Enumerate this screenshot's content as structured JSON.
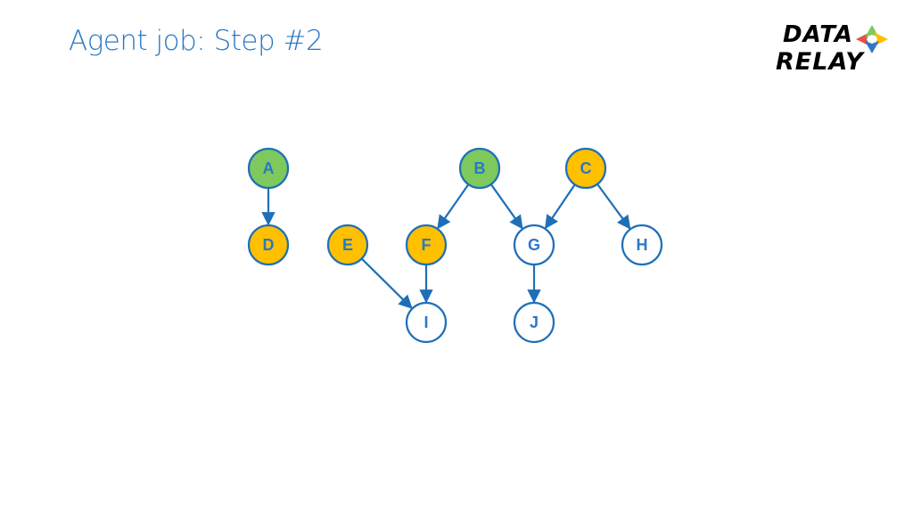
{
  "header": {
    "title": "Agent job: Step #2"
  },
  "logo": {
    "line1": "DATA",
    "line2": "RELAY"
  },
  "colors": {
    "title": "#2b78c6",
    "edge": "#1f6fb8",
    "node_outline": "#1f6fb8",
    "complete": "#7dc95e",
    "running": "#ffc000",
    "pending": "#ffffff"
  },
  "diagram": {
    "nodes": [
      {
        "id": "A",
        "label": "A",
        "state": "complete"
      },
      {
        "id": "B",
        "label": "B",
        "state": "complete"
      },
      {
        "id": "C",
        "label": "C",
        "state": "running"
      },
      {
        "id": "D",
        "label": "D",
        "state": "running"
      },
      {
        "id": "E",
        "label": "E",
        "state": "running"
      },
      {
        "id": "F",
        "label": "F",
        "state": "running"
      },
      {
        "id": "G",
        "label": "G",
        "state": "pending"
      },
      {
        "id": "H",
        "label": "H",
        "state": "pending"
      },
      {
        "id": "I",
        "label": "I",
        "state": "pending"
      },
      {
        "id": "J",
        "label": "J",
        "state": "pending"
      }
    ],
    "edges": [
      {
        "from": "A",
        "to": "D"
      },
      {
        "from": "B",
        "to": "F"
      },
      {
        "from": "B",
        "to": "G"
      },
      {
        "from": "C",
        "to": "G"
      },
      {
        "from": "C",
        "to": "H"
      },
      {
        "from": "E",
        "to": "I"
      },
      {
        "from": "F",
        "to": "I"
      },
      {
        "from": "G",
        "to": "J"
      }
    ]
  }
}
